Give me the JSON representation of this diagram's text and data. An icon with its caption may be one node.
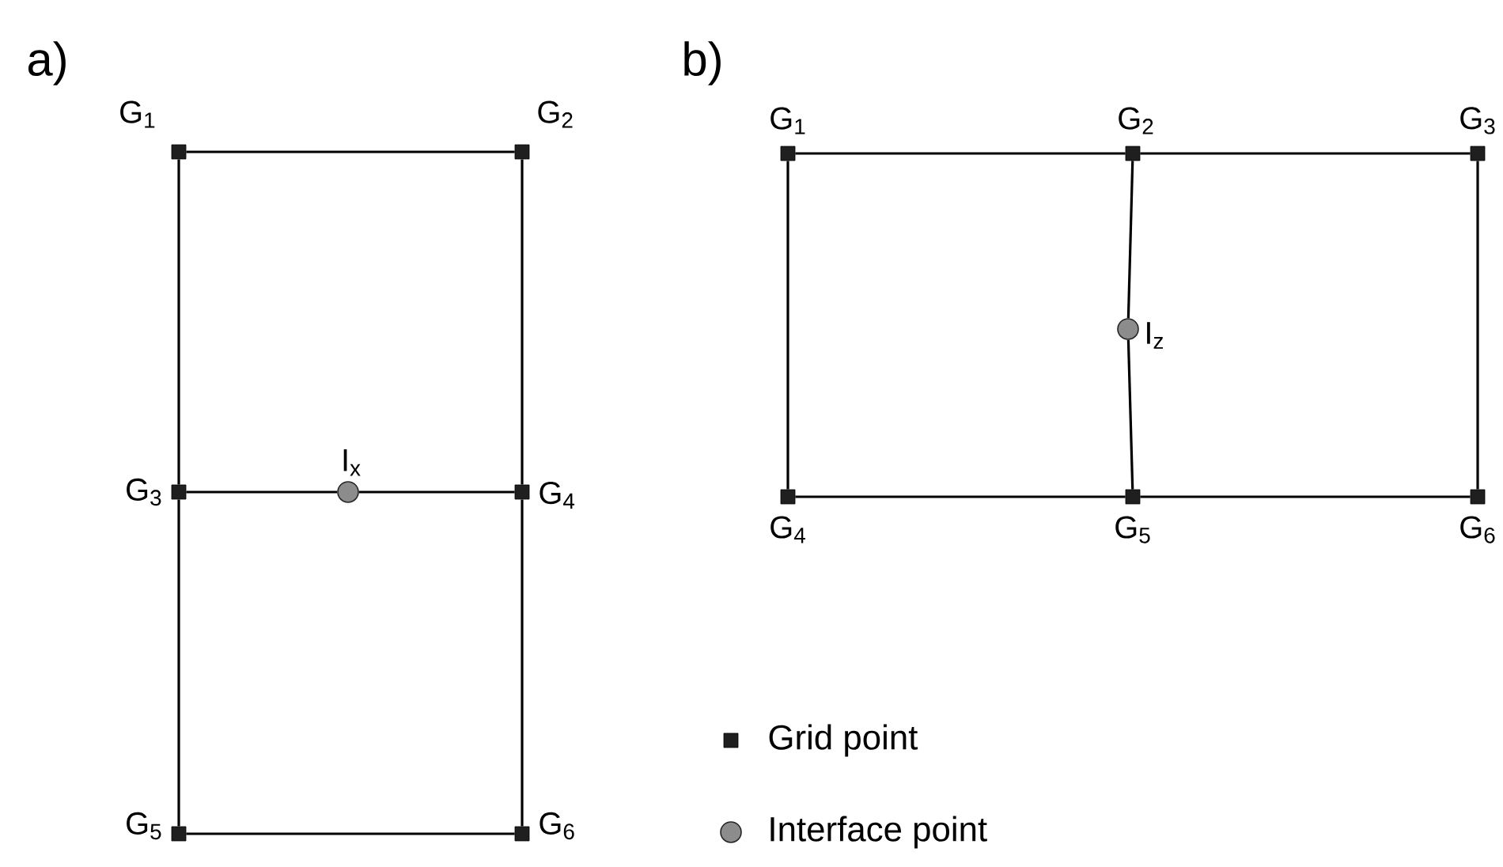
{
  "diagram": {
    "nodes": [
      {
        "text": [],
        "shape": "box",
        "beside": [
          "G$_{1}$"
        ]
      },
      {
        "text": [],
        "shape": "box",
        "beside": [
          "G$_{2}$"
        ]
      },
      {
        "text": [],
        "shape": "box",
        "beside": [
          "G$_{3}$"
        ]
      },
      {
        "text": [],
        "shape": "box",
        "beside": [
          "G$_{4}$"
        ]
      },
      {
        "text": [],
        "shape": "box",
        "beside": [
          "G$_{5}$"
        ]
      },
      {
        "text": [],
        "shape": "box",
        "beside": [
          "G$_{6}$"
        ]
      },
      {
        "text": [],
        "shape": "circle",
        "beside": [
          "I$_{x}$"
        ]
      },
      {
        "text": [],
        "shape": "box",
        "beside": [
          "G$_{1}$"
        ]
      },
      {
        "text": [],
        "shape": "box",
        "beside": [
          "G$_{2}$"
        ]
      },
      {
        "text": [],
        "shape": "box",
        "beside": [
          "G$_{3}$"
        ]
      },
      {
        "text": [],
        "shape": "box",
        "beside": [
          "G$_{4}$"
        ]
      },
      {
        "text": [],
        "shape": "box",
        "beside": [
          "G$_{5}$"
        ]
      },
      {
        "text": [],
        "shape": "box",
        "beside": [
          "G$_{6}$"
        ]
      },
      {
        "text": [],
        "shape": "circle",
        "beside": [
          "I$_{z}$"
        ]
      }
    ],
    "edges": [
      {
        "from": 0,
        "to": 1,
        "arrow": "none"
      },
      {
        "from": 0,
        "to": 2,
        "arrow": "none"
      },
      {
        "from": 1,
        "to": 3,
        "arrow": "none"
      },
      {
        "from": 2,
        "to": 6,
        "arrow": "none"
      },
      {
        "from": 6,
        "to": 3,
        "arrow": "none"
      },
      {
        "from": 2,
        "to": 4,
        "arrow": "none"
      },
      {
        "from": 3,
        "to": 5,
        "arrow": "none"
      },
      {
        "from": 4,
        "to": 5,
        "arrow": "none"
      },
      {
        "from": 7,
        "to": 8,
        "arrow": "none"
      },
      {
        "from": 8,
        "to": 9,
        "arrow": "none"
      },
      {
        "from": 7,
        "to": 10,
        "arrow": "none"
      },
      {
        "from": 8,
        "to": 13,
        "arrow": "none"
      },
      {
        "from": 13,
        "to": 11,
        "arrow": "none"
      },
      {
        "from": 9,
        "to": 12,
        "arrow": "none"
      },
      {
        "from": 10,
        "to": 11,
        "arrow": "none"
      },
      {
        "from": 11,
        "to": 12,
        "arrow": "none"
      }
    ],
    "labels": [
      "a)",
      "b)"
    ],
    "legend": [
      {
        "text": "Grid point"
      },
      {
        "text": "Interface point"
      }
    ]
  }
}
